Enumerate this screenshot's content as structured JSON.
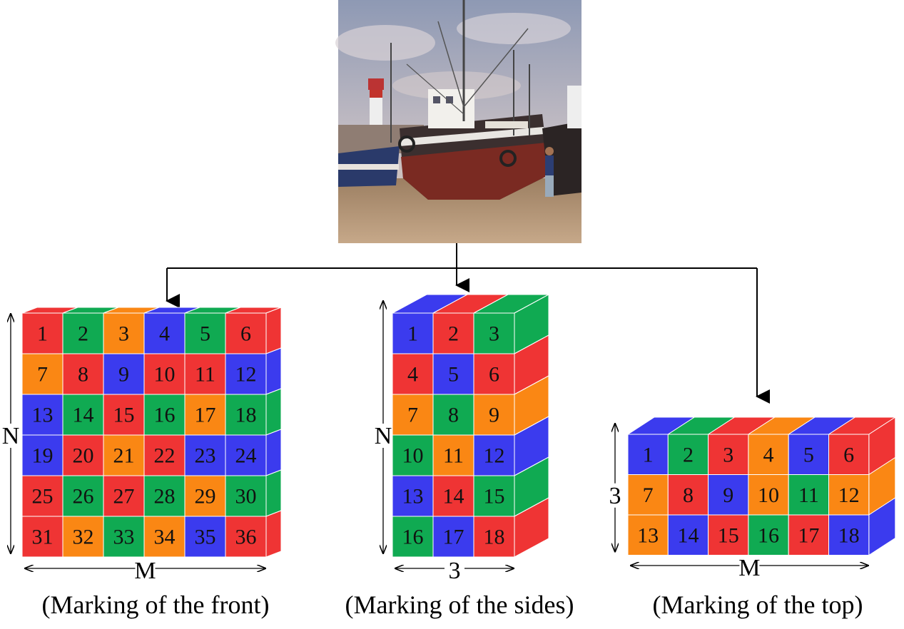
{
  "colors": {
    "R": "#EF3434",
    "G": "#10AA52",
    "O": "#FA8714",
    "B": "#3B3BEE",
    "arrow": "#000000",
    "background": "#FFFFFF"
  },
  "photo": {
    "description_icon": "boat-harbor-photo"
  },
  "cubes": [
    {
      "id": "front",
      "rows": 6,
      "cols": 6,
      "cells": [
        [
          "R",
          "G",
          "O",
          "B",
          "G",
          "R"
        ],
        [
          "O",
          "R",
          "B",
          "R",
          "R",
          "B"
        ],
        [
          "B",
          "G",
          "R",
          "G",
          "O",
          "G"
        ],
        [
          "B",
          "R",
          "O",
          "R",
          "B",
          "B"
        ],
        [
          "R",
          "G",
          "R",
          "G",
          "O",
          "G"
        ],
        [
          "R",
          "O",
          "G",
          "O",
          "B",
          "R"
        ]
      ],
      "top": [
        "R",
        "G",
        "O",
        "B",
        "G",
        "R"
      ],
      "side": [
        "R",
        "B",
        "G",
        "B",
        "G",
        "R"
      ],
      "labels": [
        "1",
        "2",
        "3",
        "4",
        "5",
        "6",
        "7",
        "8",
        "9",
        "10",
        "11",
        "12",
        "13",
        "14",
        "15",
        "16",
        "17",
        "18",
        "19",
        "20",
        "21",
        "22",
        "23",
        "24",
        "25",
        "26",
        "27",
        "28",
        "29",
        "30",
        "31",
        "32",
        "33",
        "34",
        "35",
        "36"
      ],
      "vertical_label": "N",
      "horizontal_label": "M",
      "caption": "(Marking of the front)"
    },
    {
      "id": "sides",
      "rows": 6,
      "cols": 3,
      "cells": [
        [
          "B",
          "R",
          "G"
        ],
        [
          "R",
          "B",
          "R"
        ],
        [
          "O",
          "G",
          "O"
        ],
        [
          "G",
          "O",
          "B"
        ],
        [
          "B",
          "R",
          "G"
        ],
        [
          "G",
          "B",
          "R"
        ]
      ],
      "top": [
        "B",
        "R",
        "G"
      ],
      "side": [
        "G",
        "R",
        "O",
        "B",
        "G",
        "R"
      ],
      "labels": [
        "1",
        "2",
        "3",
        "4",
        "5",
        "6",
        "7",
        "8",
        "9",
        "10",
        "11",
        "12",
        "13",
        "14",
        "15",
        "16",
        "17",
        "18"
      ],
      "vertical_label": "N",
      "horizontal_label": "3",
      "caption": "(Marking of the sides)"
    },
    {
      "id": "top",
      "rows": 3,
      "cols": 6,
      "cells": [
        [
          "B",
          "G",
          "R",
          "O",
          "B",
          "R"
        ],
        [
          "O",
          "R",
          "B",
          "O",
          "G",
          "O"
        ],
        [
          "O",
          "B",
          "R",
          "G",
          "R",
          "B"
        ]
      ],
      "top": [
        "B",
        "G",
        "R",
        "O",
        "B",
        "R"
      ],
      "side": [
        "R",
        "O",
        "B"
      ],
      "labels": [
        "1",
        "2",
        "3",
        "4",
        "5",
        "6",
        "7",
        "8",
        "9",
        "10",
        "11",
        "12",
        "13",
        "14",
        "15",
        "16",
        "17",
        "18"
      ],
      "vertical_label": "3",
      "horizontal_label": "M",
      "caption": "(Marking of the top)"
    }
  ]
}
